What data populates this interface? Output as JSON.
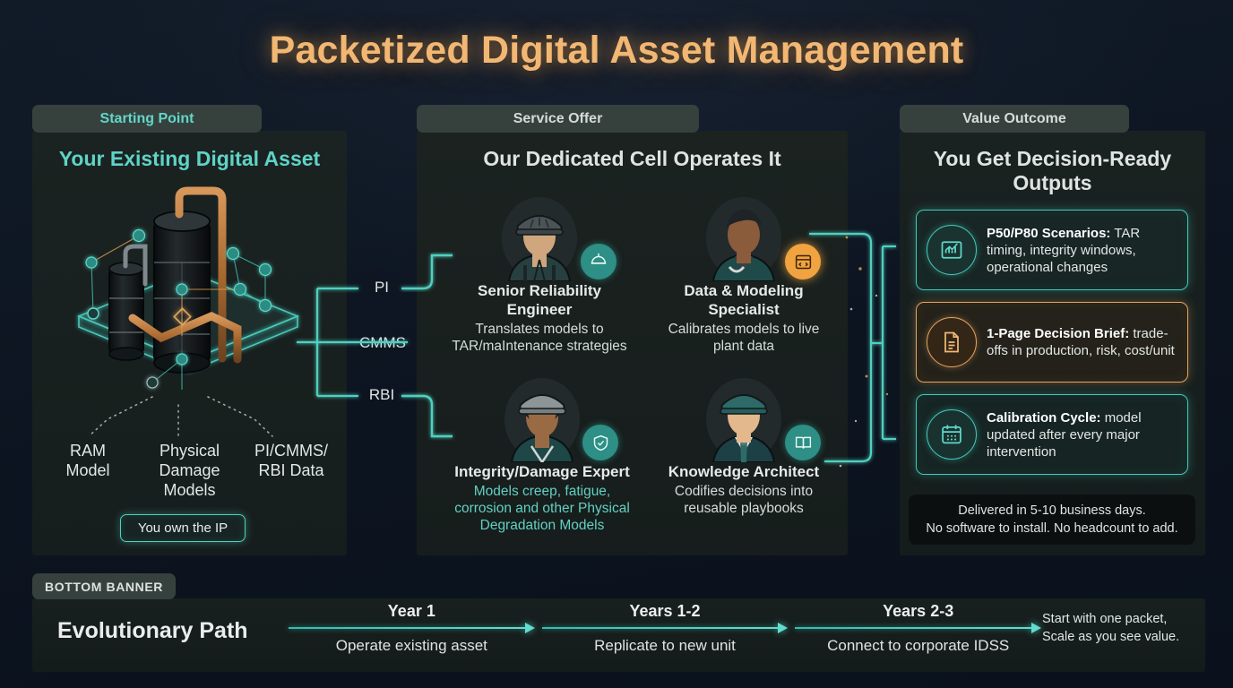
{
  "title": "Packetized Digital Asset Management",
  "colors": {
    "accent_teal": "#4fd0c0",
    "accent_amber": "#e8a45c",
    "title_gold": "#f2b773",
    "background": "#0d1520",
    "panel": "#18211f"
  },
  "columns": {
    "starting_point": {
      "pill": "Starting Point",
      "heading": "Your Existing Digital Asset",
      "illustration": "isometric-industrial-plant",
      "asset_labels": [
        "RAM\nModel",
        "Physical\nDamage\nModels",
        "PI/CMMS/\nRBI Data"
      ],
      "asset_labels_flat": [
        "RAM Model",
        "Physical Damage Models",
        "PI/CMMS/ RBI Data"
      ],
      "ip_chip": "You own the IP"
    },
    "service_offer": {
      "pill": "Service Offer",
      "heading": "Our Dedicated Cell Operates It",
      "connector_labels": [
        "PI",
        "CMMS",
        "RBI"
      ],
      "roles": [
        {
          "name": "Senior Reliability Engineer",
          "desc": "Translates models to TAR/maIntenance strategies",
          "badge_icon": "hardhat-icon",
          "badge_color": "#2d8f85",
          "desc_style": "white"
        },
        {
          "name": "Data & Modeling Specialist",
          "desc": "Calibrates models to live plant data",
          "badge_icon": "code-window-icon",
          "badge_color": "#f0a33f",
          "desc_style": "white"
        },
        {
          "name": "Integrity/Damage Expert",
          "desc": "Models creep, fatigue, corrosion and other Physical Degradation Models",
          "badge_icon": "shield-check-icon",
          "badge_color": "#2d8f85",
          "desc_style": "teal"
        },
        {
          "name": "Knowledge Architect",
          "desc": "Codifies decisions into reusable playbooks",
          "badge_icon": "book-icon",
          "badge_color": "#2d8f85",
          "desc_style": "white"
        }
      ]
    },
    "value_outcome": {
      "pill": "Value Outcome",
      "heading": "You Get Decision-Ready Outputs",
      "cards": [
        {
          "icon": "chart-bars-icon",
          "accent": "teal",
          "title": "P50/P80 Scenarios:",
          "body": " TAR timing, integrity windows, operational changes"
        },
        {
          "icon": "document-icon",
          "accent": "amber",
          "title": "1-Page Decision Brief:",
          "body": " trade-offs in production, risk, cost/unit"
        },
        {
          "icon": "calendar-icon",
          "accent": "teal",
          "title": "Calibration Cycle:",
          "body": " model updated after every major intervention"
        }
      ],
      "delivered_note_line1": "Delivered in 5-10 business days.",
      "delivered_note_line2": "No software to install. No headcount to add."
    }
  },
  "bottom_banner": {
    "pill": "BOTTOM BANNER",
    "title": "Evolutionary Path",
    "steps": [
      {
        "period": "Year 1",
        "action": "Operate existing asset"
      },
      {
        "period": "Years 1-2",
        "action": "Replicate to new unit"
      },
      {
        "period": "Years 2-3",
        "action": "Connect to corporate IDSS"
      }
    ],
    "tail_note_line1": "Start with one packet,",
    "tail_note_line2": "Scale as you see value."
  }
}
